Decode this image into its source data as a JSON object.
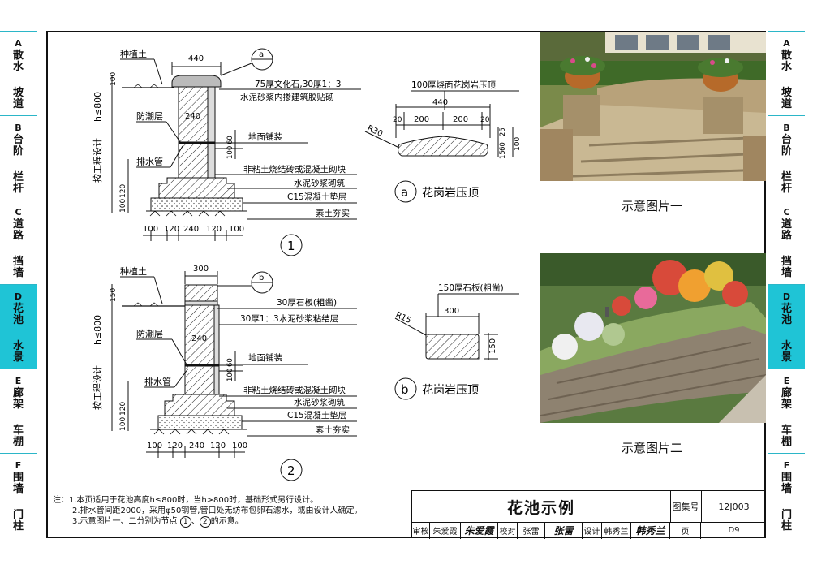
{
  "tabs": [
    {
      "letter": "A",
      "g1": [
        "散",
        "水"
      ],
      "g2": [
        "坡",
        "道"
      ]
    },
    {
      "letter": "B",
      "g1": [
        "台",
        "阶"
      ],
      "g2": [
        "栏",
        "杆"
      ]
    },
    {
      "letter": "C",
      "g1": [
        "道",
        "路"
      ],
      "g2": [
        "挡",
        "墙"
      ]
    },
    {
      "letter": "D",
      "g1": [
        "花",
        "池"
      ],
      "g2": [
        "水",
        "景"
      ]
    },
    {
      "letter": "E",
      "g1": [
        "廊",
        "架"
      ],
      "g2": [
        "车",
        "棚"
      ]
    },
    {
      "letter": "F",
      "g1": [
        "围",
        "墙"
      ],
      "g2": [
        "门",
        "柱"
      ]
    }
  ],
  "active_tab": 3,
  "detail1": {
    "planting_soil": "种植土",
    "width_top": "440",
    "h_label": "h≤800",
    "dim_100": "100",
    "moisture": "防潮层",
    "wall_240": "240",
    "ground_paving": "地面铺装",
    "drain_pipe": "排水管",
    "design_label": "按工程设计",
    "dim_120": "120",
    "dim_100b": "100",
    "cap_note_1": "75厚文化石,30厚1：3",
    "cap_note_2": "水泥砂浆内掺建筑胶贴砌",
    "masonry": "非粘土烧结砖或混凝土砌块",
    "mortar": "水泥砂浆砌筑",
    "c15": "C15混凝土垫层",
    "soil": "素土夯实",
    "bottom_dims": [
      "100",
      "120",
      "240",
      "120",
      "100"
    ],
    "dim_60": "60",
    "dim_100c": "100",
    "bubble": "a",
    "number": "1"
  },
  "detail2": {
    "planting_soil": "种植土",
    "width_top": "300",
    "h_label": "h≤800",
    "dim_150": "150",
    "moisture": "防潮层",
    "wall_240": "240",
    "ground_paving": "地面铺装",
    "drain_pipe": "排水管",
    "design_label": "按工程设计",
    "dim_120": "120",
    "dim_100b": "100",
    "cap_note_1": "30厚石板(粗凿)",
    "cap_note_2": "30厚1：3水泥砂浆粘结层",
    "masonry": "非粘土烧结砖或混凝土砌块",
    "mortar": "水泥砂浆砌筑",
    "c15": "C15混凝土垫层",
    "soil": "素土夯实",
    "bottom_dims": [
      "100",
      "120",
      "240",
      "120",
      "100"
    ],
    "dim_60": "60",
    "dim_100c": "100",
    "bubble": "b",
    "number": "2"
  },
  "cap_a": {
    "title": "100厚烧面花岗岩压顶",
    "w": "440",
    "d1": "20",
    "d2": "200",
    "d3": "200",
    "d4": "20",
    "r": "R30",
    "h1": "25",
    "h2": "60",
    "h3": "15",
    "h4": "100",
    "bubble": "a",
    "caption": "花岗岩压顶"
  },
  "cap_b": {
    "title": "150厚石板(粗凿)",
    "w": "300",
    "r": "R15",
    "h": "150",
    "bubble": "b",
    "caption": "花岗岩压顶"
  },
  "photo1_caption": "示意图片一",
  "photo2_caption": "示意图片二",
  "notes": [
    "注：1.本页适用于花池高度h≤800时，当h>800时，基础形式另行设计。",
    "2.排水管间距2000，采用φ50钢管,管口处无纺布包卵石滤水，或由设计人确定。",
    "3.示意图片一、二分别为节点"
  ],
  "note3_tail": "的示意。",
  "note3_n1": "1",
  "note3_n2": "2",
  "title": "花池示例",
  "atlas_label": "图集号",
  "atlas_no": "12J003",
  "page_label": "页",
  "page_no": "D9",
  "review_label": "审核",
  "review_name": "朱爱霞",
  "check_label": "校对",
  "check_name": "张雷",
  "design_label": "设计",
  "design_name": "韩秀兰"
}
